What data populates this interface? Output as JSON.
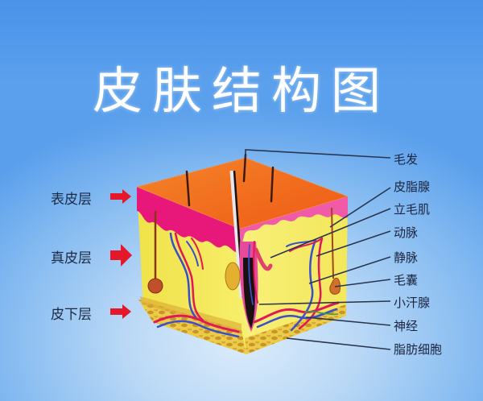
{
  "title": "皮肤结构图",
  "layers": [
    {
      "label": "表皮层",
      "arrow": "red-arrow-small"
    },
    {
      "label": "真皮层",
      "arrow": "red-arrow-large"
    },
    {
      "label": "皮下层",
      "arrow": "red-arrow-small"
    }
  ],
  "parts": [
    {
      "label": "毛发"
    },
    {
      "label": "皮脂腺"
    },
    {
      "label": "立毛肌"
    },
    {
      "label": "动脉"
    },
    {
      "label": "静脉"
    },
    {
      "label": "毛囊"
    },
    {
      "label": "小汗腺"
    },
    {
      "label": "神经"
    },
    {
      "label": "脂肪细胞"
    }
  ],
  "colors": {
    "epidermis_top": "#f26a1b",
    "epidermis_side": "#e8187a",
    "dermis": "#f3e94a",
    "subcutaneous": "#e9c43c",
    "artery": "#e0185a",
    "vein": "#3a4fc8",
    "arrow": "#e4182a",
    "leader_line": "#2a3650"
  }
}
